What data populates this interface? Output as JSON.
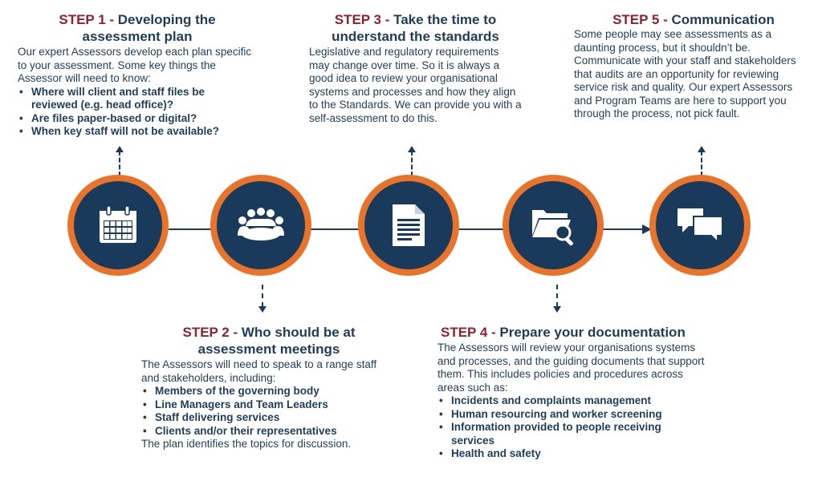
{
  "steps": [
    {
      "step_label": "STEP 1 -",
      "title_1": "Developing the",
      "title_2": "assessment plan",
      "body": "Our expert Assessors develop each plan specific to your assessment. Some key things the Assessor will need to know:",
      "bullets": [
        "Where will client and staff files be reviewed (e.g. head office)?",
        "Are files paper-based or digital?",
        "When key staff will not be available?"
      ],
      "footer": ""
    },
    {
      "step_label": "STEP 2 -",
      "title_1": "Who should be at",
      "title_2": "assessment meetings",
      "body": "The Assessors will need to speak to a range staff and stakeholders, including:",
      "bullets": [
        "Members of the governing body",
        "Line Managers and Team Leaders",
        "Staff delivering services",
        "Clients and/or their representatives"
      ],
      "footer": "The plan identifies the topics for discussion."
    },
    {
      "step_label": "STEP 3 -",
      "title_1": "Take the time to",
      "title_2": "understand the standards",
      "body": "Legislative and regulatory requirements may change over time. So it is always a good idea to review your organisational systems and processes and how they align to the Standards.  We can provide you with a self-assessment to do this.",
      "bullets": [],
      "footer": ""
    },
    {
      "step_label": "STEP 4 -",
      "title_1": "Prepare your documentation",
      "title_2": "",
      "body": "The Assessors will review your organisations systems and processes, and the guiding documents that support them. This includes policies and procedures across areas such as:",
      "bullets": [
        "Incidents and complaints management",
        "Human resourcing and worker screening",
        "Information provided to people receiving services",
        "Health and safety"
      ],
      "footer": ""
    },
    {
      "step_label": "STEP 5 -",
      "title_1": "Communication",
      "title_2": "",
      "body": "Some people may see assessments as a daunting process, but it shouldn’t be. Communicate with your staff and stakeholders that audits are an opportunity for reviewing service risk and quality. Our expert Assessors and Program Teams are here to support you through the process, not pick fault.",
      "bullets": [],
      "footer": ""
    }
  ],
  "icons": [
    "calendar-icon",
    "meeting-group-icon",
    "document-icon",
    "folder-search-icon",
    "chat-bubbles-icon"
  ],
  "colors": {
    "navy": "#1a3a5c",
    "orange": "#e8732a",
    "step_red": "#8b2332",
    "text": "#1f3d5a"
  }
}
